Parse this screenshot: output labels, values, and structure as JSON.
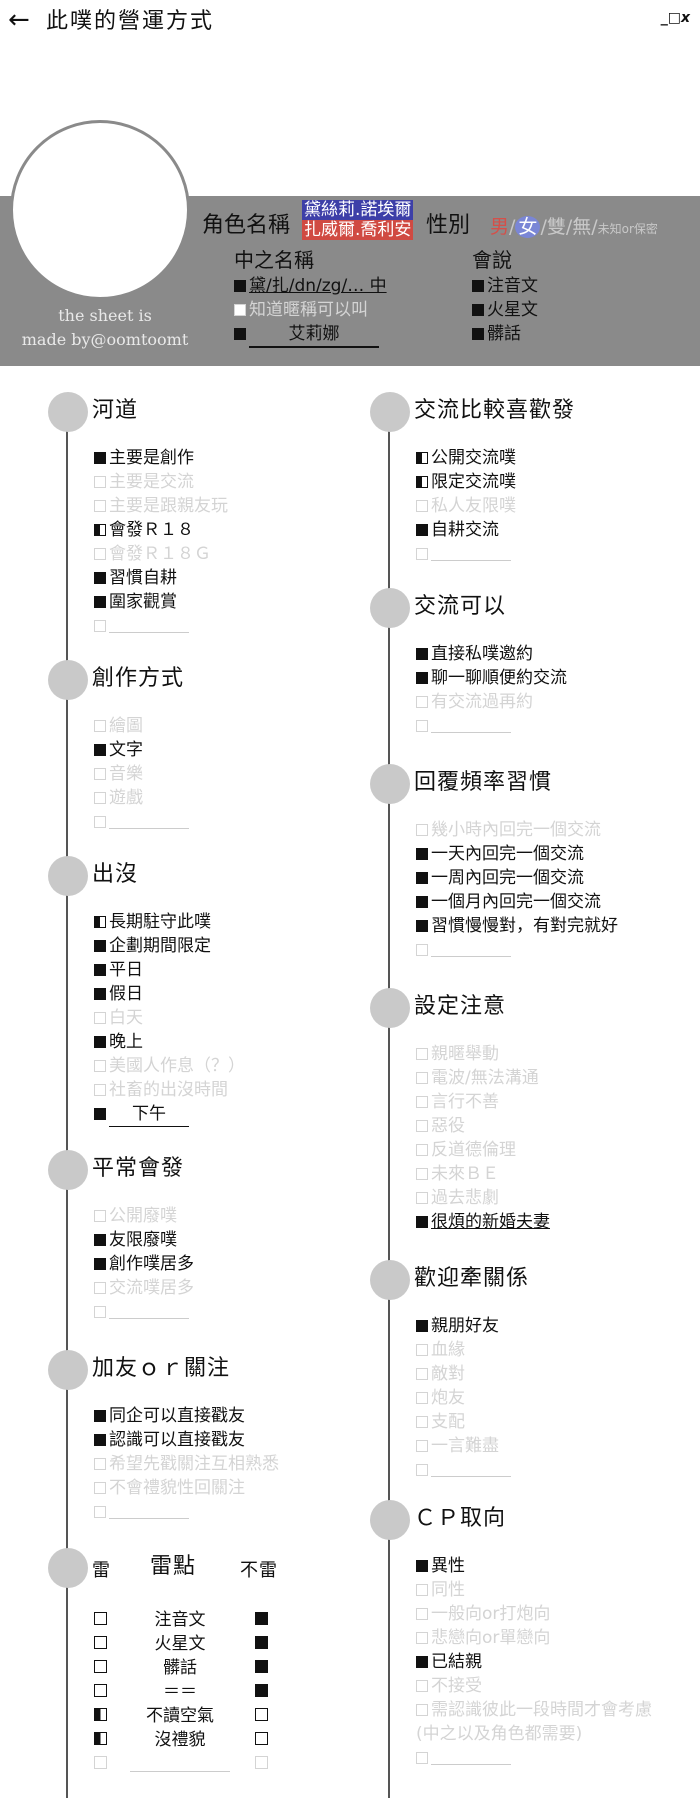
{
  "header": {
    "back_icon": "←",
    "title": "此噗的營運方式",
    "window_controls": "_□x"
  },
  "profile": {
    "credit_line1": "the sheet is",
    "credit_line2": "made by@oomtoomt",
    "role_label": "角色名稱",
    "role_name_1": "黛絲莉.諾埃爾",
    "role_name_2": "扎威爾.喬利安",
    "gender_label": "性別",
    "gender_male": "男",
    "gender_sep": "/",
    "gender_female": "女",
    "gender_rest": "/雙/無/",
    "gender_small": "未知or保密",
    "alias_label": "中之名稱",
    "alias_items": [
      {
        "state": "f",
        "text": "黛/扎/dn/zg/… 中"
      },
      {
        "state": "e",
        "text": "知道暱稱可以叫"
      },
      {
        "state": "f",
        "text": "艾莉娜"
      }
    ],
    "lang_label": "會說",
    "lang_items": [
      {
        "state": "f",
        "text": "注音文"
      },
      {
        "state": "f",
        "text": "火星文"
      },
      {
        "state": "f",
        "text": "髒話"
      }
    ]
  },
  "left_sections": [
    {
      "title": "河道",
      "items": [
        {
          "s": "f",
          "t": "主要是創作"
        },
        {
          "s": "e",
          "t": "主要是交流"
        },
        {
          "s": "e",
          "t": "主要是跟親友玩"
        },
        {
          "s": "h",
          "t": "會發Ｒ１８"
        },
        {
          "s": "e",
          "t": "會發Ｒ１８Ｇ"
        },
        {
          "s": "f",
          "t": "習慣自耕"
        },
        {
          "s": "f",
          "t": "圍家觀賞"
        },
        {
          "s": "e",
          "t": "",
          "blank": true
        }
      ]
    },
    {
      "title": "創作方式",
      "items": [
        {
          "s": "e",
          "t": "繪圖"
        },
        {
          "s": "f",
          "t": "文字"
        },
        {
          "s": "e",
          "t": "音樂"
        },
        {
          "s": "e",
          "t": "遊戲"
        },
        {
          "s": "e",
          "t": "",
          "blank": true
        }
      ]
    },
    {
      "title": "出沒",
      "items": [
        {
          "s": "h",
          "t": "長期駐守此噗"
        },
        {
          "s": "f",
          "t": "企劃期間限定"
        },
        {
          "s": "f",
          "t": "平日"
        },
        {
          "s": "f",
          "t": "假日"
        },
        {
          "s": "e",
          "t": "白天"
        },
        {
          "s": "f",
          "t": "晚上"
        },
        {
          "s": "e",
          "t": "美國人作息（？）"
        },
        {
          "s": "e",
          "t": "社畜的出沒時間"
        },
        {
          "s": "f",
          "t": "下午",
          "under": true
        }
      ]
    },
    {
      "title": "平常會發",
      "items": [
        {
          "s": "e",
          "t": "公開廢噗"
        },
        {
          "s": "f",
          "t": "友限廢噗"
        },
        {
          "s": "f",
          "t": "創作噗居多"
        },
        {
          "s": "e",
          "t": "交流噗居多"
        },
        {
          "s": "e",
          "t": "",
          "blank": true
        }
      ]
    },
    {
      "title": "加友ｏｒ關注",
      "items": [
        {
          "s": "f",
          "t": "同企可以直接戳友"
        },
        {
          "s": "f",
          "t": "認識可以直接戳友"
        },
        {
          "s": "e",
          "t": "希望先戳關注互相熟悉"
        },
        {
          "s": "e",
          "t": "不會禮貌性回關注"
        },
        {
          "s": "e",
          "t": "",
          "blank": true
        }
      ]
    }
  ],
  "mine": {
    "col_yes": "雷",
    "title": "雷點",
    "col_no": "不雷",
    "rows": [
      {
        "l": "e",
        "t": "注音文",
        "r": "f"
      },
      {
        "l": "e",
        "t": "火星文",
        "r": "f"
      },
      {
        "l": "e",
        "t": "髒話",
        "r": "f"
      },
      {
        "l": "e",
        "t": "＝＝",
        "r": "f"
      },
      {
        "l": "h",
        "t": "不讀空氣",
        "r": "e"
      },
      {
        "l": "h",
        "t": "沒禮貌",
        "r": "e"
      },
      {
        "l": "o",
        "t": "",
        "r": "o"
      }
    ]
  },
  "right_sections": [
    {
      "title": "交流比較喜歡發",
      "items": [
        {
          "s": "h",
          "t": "公開交流噗"
        },
        {
          "s": "h",
          "t": "限定交流噗"
        },
        {
          "s": "e",
          "t": "私人友限噗"
        },
        {
          "s": "f",
          "t": "自耕交流"
        },
        {
          "s": "e",
          "t": "",
          "blank": true
        }
      ]
    },
    {
      "title": "交流可以",
      "items": [
        {
          "s": "f",
          "t": "直接私噗邀約"
        },
        {
          "s": "f",
          "t": "聊一聊順便約交流"
        },
        {
          "s": "e",
          "t": "有交流過再約"
        },
        {
          "s": "e",
          "t": "",
          "blank": true
        }
      ]
    },
    {
      "title": "回覆頻率習慣",
      "items": [
        {
          "s": "e",
          "t": "幾小時內回完一個交流"
        },
        {
          "s": "f",
          "t": "一天內回完一個交流"
        },
        {
          "s": "f",
          "t": "一周內回完一個交流"
        },
        {
          "s": "f",
          "t": "一個月內回完一個交流"
        },
        {
          "s": "f",
          "t": "習慣慢慢對，有對完就好"
        },
        {
          "s": "e",
          "t": "",
          "blank": true
        }
      ]
    },
    {
      "title": "設定注意",
      "items": [
        {
          "s": "e",
          "t": "親暱舉動"
        },
        {
          "s": "e",
          "t": "電波/無法溝通"
        },
        {
          "s": "e",
          "t": "言行不善"
        },
        {
          "s": "e",
          "t": "惡役"
        },
        {
          "s": "e",
          "t": "反道德倫理"
        },
        {
          "s": "e",
          "t": "未來ＢＥ"
        },
        {
          "s": "e",
          "t": "過去悲劇"
        },
        {
          "s": "f",
          "t": "很煩的新婚夫妻",
          "under": true
        }
      ]
    },
    {
      "title": "歡迎牽關係",
      "items": [
        {
          "s": "f",
          "t": "親朋好友"
        },
        {
          "s": "e",
          "t": "血緣"
        },
        {
          "s": "e",
          "t": "敵對"
        },
        {
          "s": "e",
          "t": "炮友"
        },
        {
          "s": "e",
          "t": "支配"
        },
        {
          "s": "e",
          "t": "一言難盡"
        },
        {
          "s": "e",
          "t": "",
          "blank": true
        }
      ]
    },
    {
      "title": "ＣＰ取向",
      "items": [
        {
          "s": "f",
          "t": "異性"
        },
        {
          "s": "e",
          "t": "同性"
        },
        {
          "s": "e",
          "t": "一般向or打炮向"
        },
        {
          "s": "e",
          "t": "悲戀向or單戀向"
        },
        {
          "s": "f",
          "t": "已結親"
        },
        {
          "s": "e",
          "t": "不接受"
        },
        {
          "s": "e",
          "t": "需認識彼此一段時間才會考慮"
        },
        {
          "s": "e",
          "t": "(中之以及角色都需要)",
          "noBox": true
        },
        {
          "s": "e",
          "t": "",
          "blank": true
        }
      ]
    }
  ]
}
